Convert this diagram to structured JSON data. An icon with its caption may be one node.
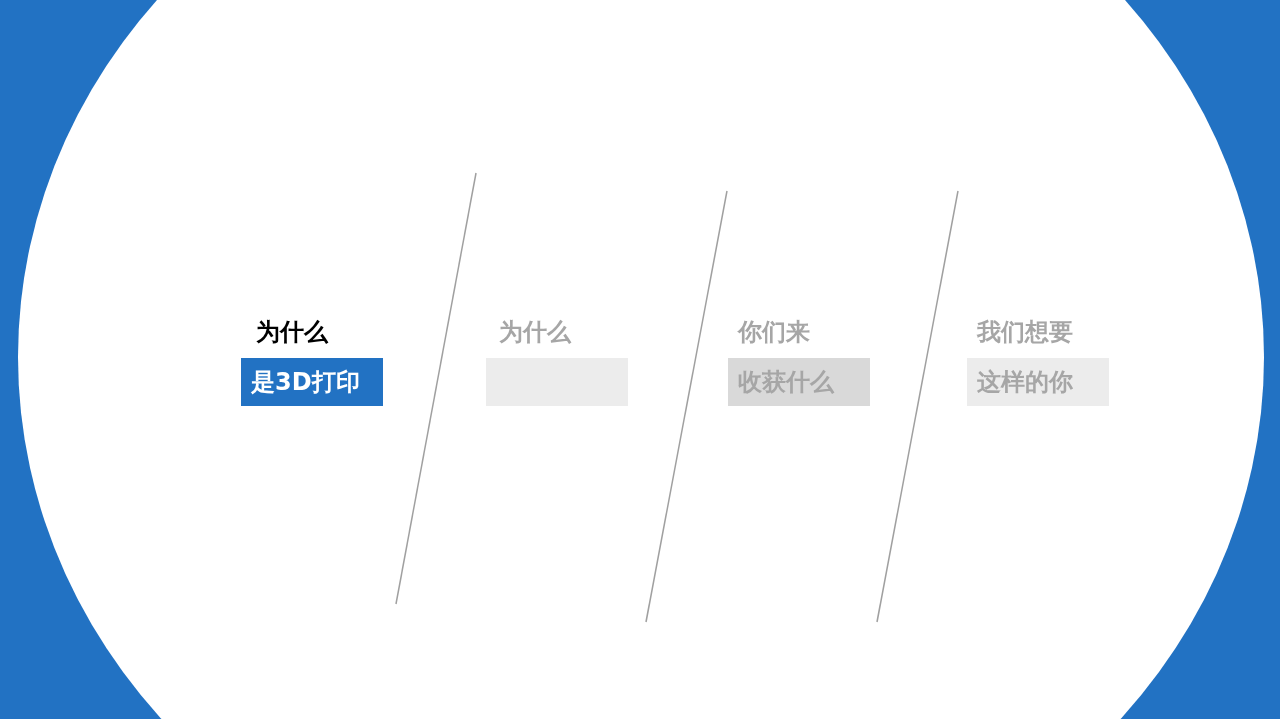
{
  "diagram": {
    "nodes": [
      {
        "text": [
          "为什么",
          "是3D打印"
        ]
      },
      {
        "text": [
          "为什么"
        ]
      },
      {
        "text": [
          "你们来",
          "收获什么"
        ]
      },
      {
        "text": [
          "我们想要",
          "这样的你"
        ]
      }
    ]
  }
}
